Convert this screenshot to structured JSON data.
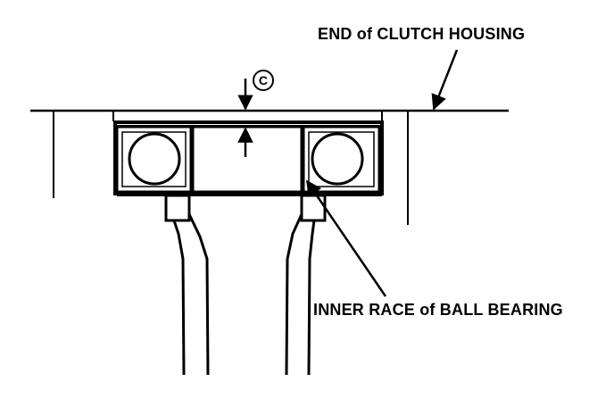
{
  "labels": {
    "end_of_clutch_housing": "END of CLUTCH HOUSING",
    "inner_race_of_ball_bearing": "INNER RACE of BALL BEARING",
    "clearance_marker": "C"
  },
  "colors": {
    "line": "#000000",
    "background": "#ffffff"
  }
}
